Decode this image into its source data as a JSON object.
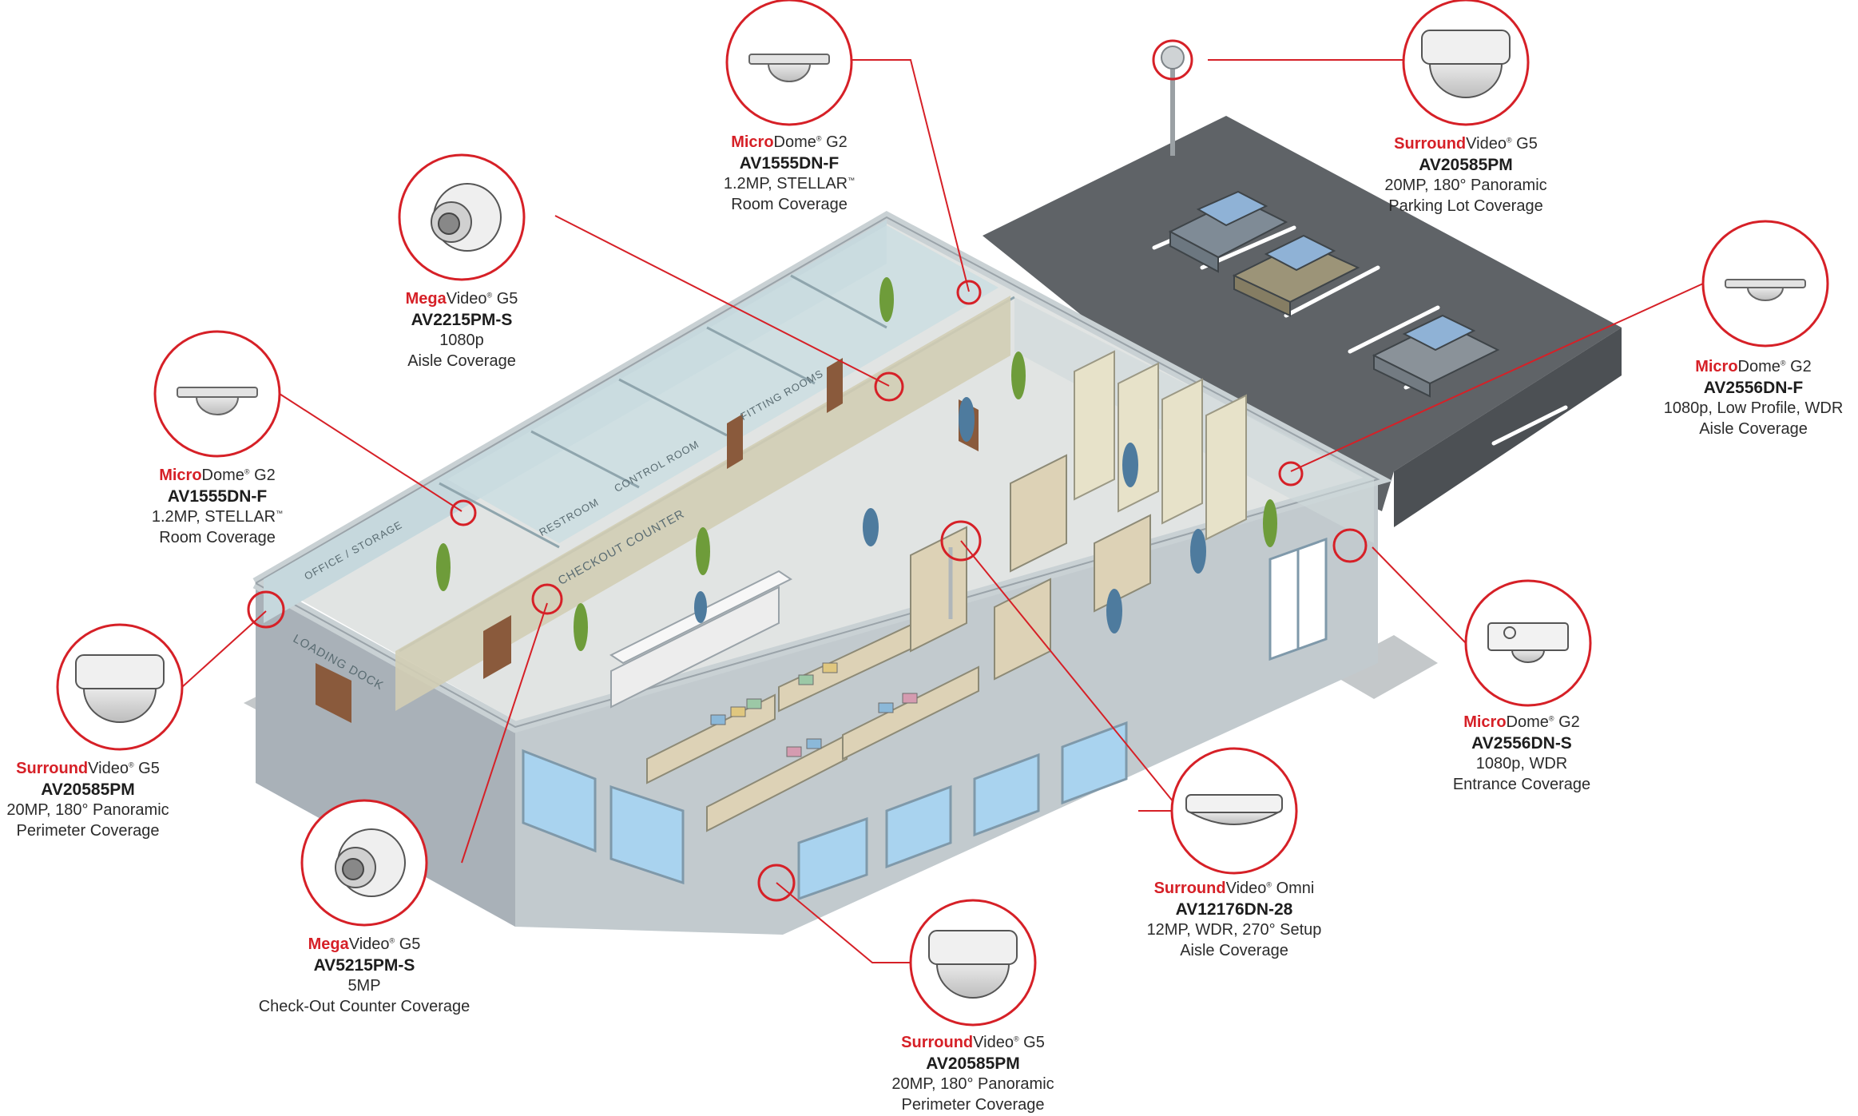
{
  "colors": {
    "accent": "#d62027",
    "wall_light": "#d9e5e8",
    "wall_dark": "#8e9aa3",
    "floor": "#dfe2e1",
    "parking": "#5e6266",
    "text": "#2b2b2b"
  },
  "callouts": [
    {
      "id": "c1",
      "brand": "Micro",
      "series": "Dome",
      "gen": "G2",
      "model": "AV1555DN-F",
      "spec1": "1.2MP, STELLAR",
      "tm": "™",
      "spec2": "Room Coverage",
      "icon": "dome-flat-icon"
    },
    {
      "id": "c2",
      "brand": "Surround",
      "series": "Video",
      "gen": "G5",
      "model": "AV20585PM",
      "spec1": "20MP, 180° Panoramic",
      "tm": "",
      "spec2": "Parking Lot Coverage",
      "icon": "dome-large-icon"
    },
    {
      "id": "c3",
      "brand": "Mega",
      "series": "Video",
      "gen": "G5",
      "model": "AV2215PM-S",
      "spec1": "1080p",
      "tm": "",
      "spec2": "Aisle Coverage",
      "icon": "box-camera-icon"
    },
    {
      "id": "c4",
      "brand": "Micro",
      "series": "Dome",
      "gen": "G2",
      "model": "AV1555DN-F",
      "spec1": "1.2MP, STELLAR",
      "tm": "™",
      "spec2": "Room Coverage",
      "icon": "dome-flat-icon"
    },
    {
      "id": "c5",
      "brand": "Micro",
      "series": "Dome",
      "gen": "G2",
      "model": "AV2556DN-F",
      "spec1": "1080p, Low Profile, WDR",
      "tm": "",
      "spec2": "Aisle Coverage",
      "icon": "dome-lowprofile-icon"
    },
    {
      "id": "c6",
      "brand": "Surround",
      "series": "Video",
      "gen": "G5",
      "model": "AV20585PM",
      "spec1": "20MP, 180° Panoramic",
      "tm": "",
      "spec2": "Perimeter Coverage",
      "icon": "dome-large-icon"
    },
    {
      "id": "c7",
      "brand": "Micro",
      "series": "Dome",
      "gen": "G2",
      "model": "AV2556DN-S",
      "spec1": "1080p, WDR",
      "tm": "",
      "spec2": "Entrance Coverage",
      "icon": "dome-surface-icon"
    },
    {
      "id": "c8",
      "brand": "Mega",
      "series": "Video",
      "gen": "G5",
      "model": "AV5215PM-S",
      "spec1": "5MP",
      "tm": "",
      "spec2": "Check-Out Counter Coverage",
      "icon": "box-camera-icon"
    },
    {
      "id": "c9",
      "brand": "Surround",
      "series": "Video",
      "gen": "Omni",
      "model": "AV12176DN-28",
      "spec1": "12MP, WDR, 270° Setup",
      "tm": "",
      "spec2": "Aisle Coverage",
      "icon": "omni-camera-icon"
    },
    {
      "id": "c10",
      "brand": "Surround",
      "series": "Video",
      "gen": "G5",
      "model": "AV20585PM",
      "spec1": "20MP, 180° Panoramic",
      "tm": "",
      "spec2": "Perimeter Coverage",
      "icon": "dome-large-icon"
    }
  ],
  "rooms": {
    "office": "OFFICE / STORAGE",
    "restroom": "RESTROOM",
    "control": "CONTROL ROOM",
    "fitting": "FITTING ROOMS",
    "checkout": "CHECKOUT COUNTER",
    "loading": "LOADING DOCK"
  }
}
